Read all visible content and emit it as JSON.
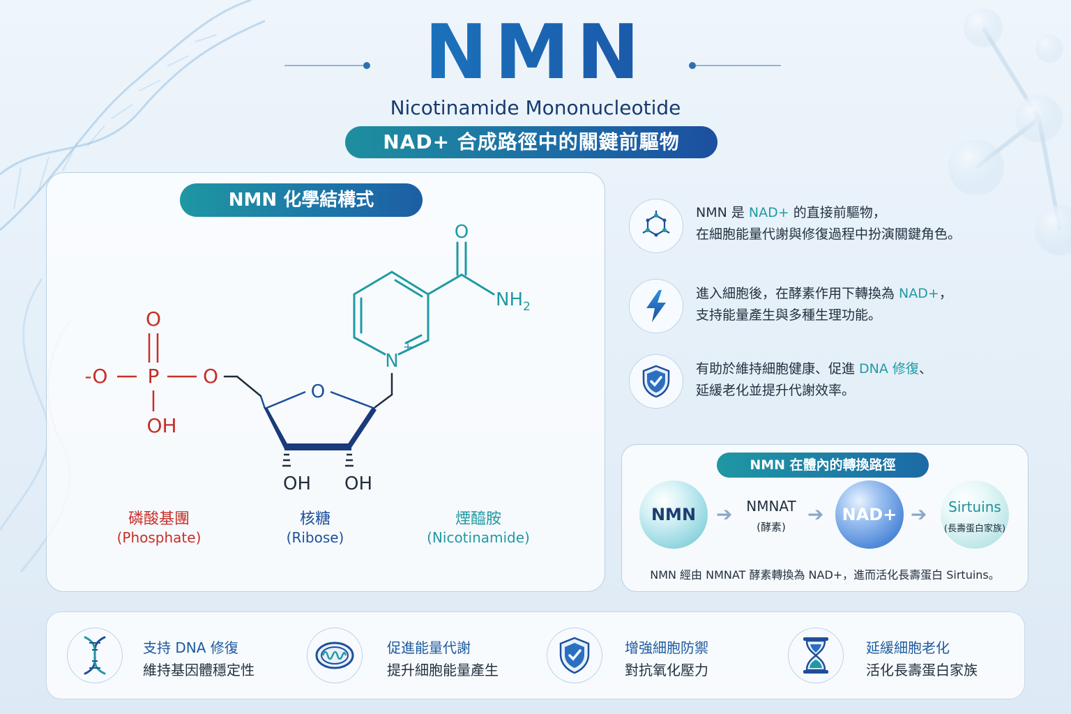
{
  "header": {
    "title": "NMN",
    "subtitle": "Nicotinamide Mononucleotide",
    "tagline": "NAD+ 合成路徑中的關鍵前驅物"
  },
  "structure": {
    "heading": "NMN 化學結構式",
    "atoms": {
      "o_top": "O",
      "nh2": "NH",
      "nh2_sub": "2",
      "n_plus": "N",
      "plus": "+",
      "p_o_top": "O",
      "minus_o": "-O",
      "p": "P",
      "o_link": "O",
      "oh_p": "OH",
      "ring_o": "O",
      "oh1": "OH",
      "oh2": "OH"
    },
    "groups": [
      {
        "cn": "磷酸基團",
        "en": "(Phosphate)",
        "color": "#c62f28"
      },
      {
        "cn": "核糖",
        "en": "(Ribose)",
        "color": "#1d4f9c"
      },
      {
        "cn": "煙醯胺",
        "en": "(Nicotinamide)",
        "color": "#1f9aa3"
      }
    ]
  },
  "points": [
    {
      "icon": "molecule-icon",
      "l1a": "NMN 是 ",
      "l1b": "NAD+",
      "l1c": " 的直接前驅物，",
      "l2": "在細胞能量代謝與修復過程中扮演關鍵角色。"
    },
    {
      "icon": "lightning-icon",
      "l1a": "進入細胞後，在酵素作用下轉換為 ",
      "l1b": "NAD+",
      "l1c": "，",
      "l2": "支持能量產生與多種生理功能。"
    },
    {
      "icon": "shield-check-icon",
      "l1a": "有助於維持細胞健康、促進 ",
      "l1b": "DNA 修復",
      "l1c": "、",
      "l2": "延緩老化並提升代謝效率。"
    }
  ],
  "pathway": {
    "heading": "NMN 在體內的轉換路徑",
    "nmn": "NMN",
    "enzyme": "NMNAT",
    "enzyme_sub": "(酵素)",
    "nad": "NAD+",
    "sirtuins": "Sirtuins",
    "sirtuins_sub": "(長壽蛋白家族)",
    "arrow": "➔",
    "note": "NMN 經由 NMNAT 酵素轉換為 NAD+，進而活化長壽蛋白 Sirtuins。"
  },
  "benefits": [
    {
      "icon": "dna-icon",
      "title": "支持 DNA 修復",
      "desc": "維持基因體穩定性"
    },
    {
      "icon": "mitochondria-icon",
      "title": "促進能量代謝",
      "desc": "提升細胞能量產生"
    },
    {
      "icon": "shield-check-icon",
      "title": "增強細胞防禦",
      "desc": "對抗氧化壓力"
    },
    {
      "icon": "hourglass-icon",
      "title": "延緩細胞老化",
      "desc": "活化長壽蛋白家族"
    }
  ],
  "colors": {
    "teal": "#1f9aa3",
    "navy": "#1d4f9c",
    "red": "#c62f28",
    "title_blue": "#1b5fae"
  }
}
